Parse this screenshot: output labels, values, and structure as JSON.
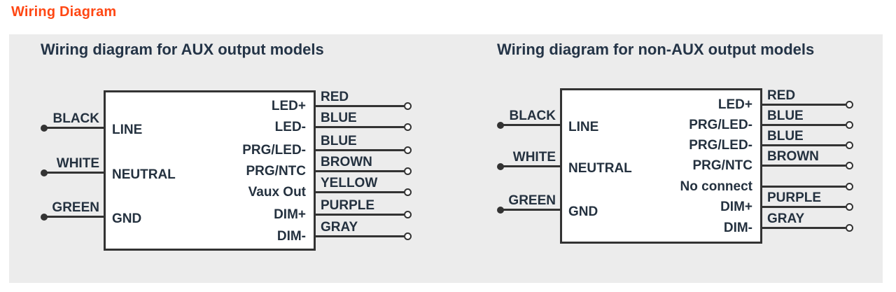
{
  "page_title": "Wiring Diagram",
  "colors": {
    "title": "#ff4713",
    "heading": "#243447",
    "label": "#24313f",
    "line": "#333333",
    "panel_bg": "#ececec",
    "box_bg": "#ffffff"
  },
  "panel": {
    "diagrams": [
      {
        "id": "aux",
        "subtitle": "Wiring diagram for AUX output models",
        "inputs": [
          {
            "wire": "BLACK",
            "pin": "LINE"
          },
          {
            "wire": "WHITE",
            "pin": "NEUTRAL"
          },
          {
            "wire": "GREEN",
            "pin": "GND"
          }
        ],
        "outputs": [
          {
            "pin": "LED+",
            "wire": "RED"
          },
          {
            "pin": "LED-",
            "wire": "BLUE"
          },
          {
            "pin": "PRG/LED-",
            "wire": "BLUE"
          },
          {
            "pin": "PRG/NTC",
            "wire": "BROWN"
          },
          {
            "pin": "Vaux Out",
            "wire": "YELLOW"
          },
          {
            "pin": "DIM+",
            "wire": "PURPLE"
          },
          {
            "pin": "DIM-",
            "wire": "GRAY"
          }
        ]
      },
      {
        "id": "non-aux",
        "subtitle": "Wiring diagram for non-AUX output models",
        "inputs": [
          {
            "wire": "BLACK",
            "pin": "LINE"
          },
          {
            "wire": "WHITE",
            "pin": "NEUTRAL"
          },
          {
            "wire": "GREEN",
            "pin": "GND"
          }
        ],
        "outputs": [
          {
            "pin": "LED+",
            "wire": "RED"
          },
          {
            "pin": "PRG/LED-",
            "wire": "BLUE"
          },
          {
            "pin": "PRG/LED-",
            "wire": "BLUE"
          },
          {
            "pin": "PRG/NTC",
            "wire": "BROWN"
          },
          {
            "pin": "No connect",
            "wire": ""
          },
          {
            "pin": "DIM+",
            "wire": "PURPLE"
          },
          {
            "pin": "DIM-",
            "wire": "GRAY"
          }
        ]
      }
    ]
  }
}
